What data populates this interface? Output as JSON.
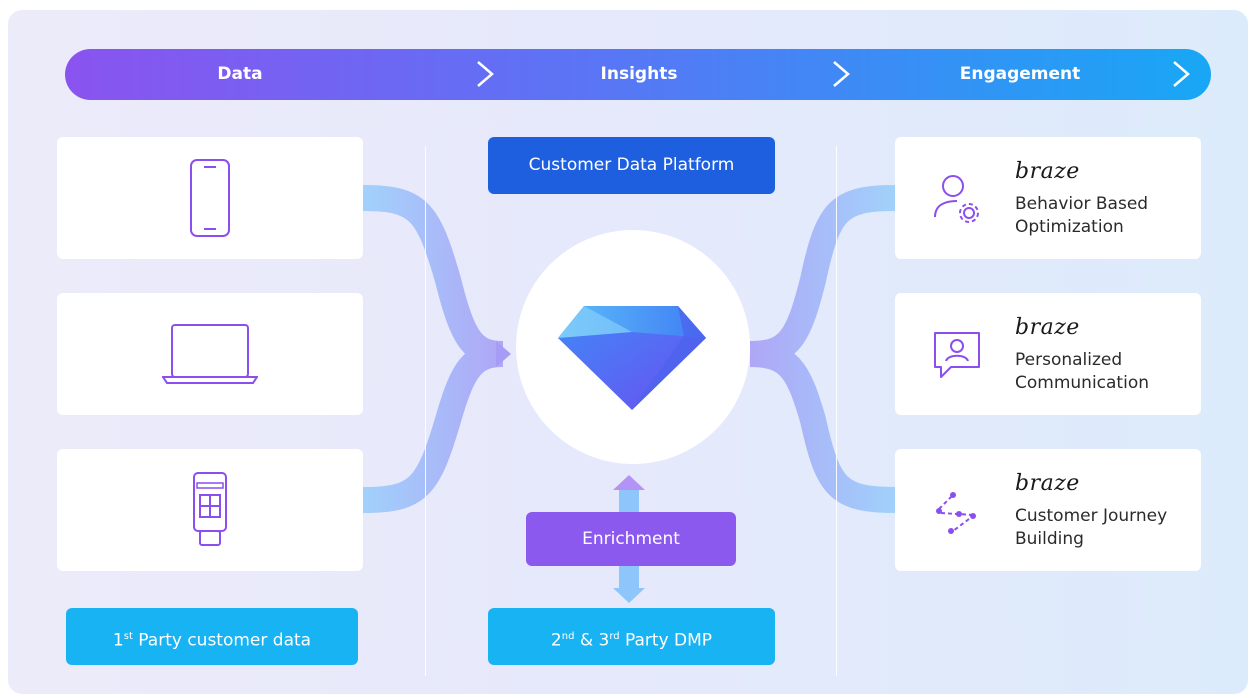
{
  "stages": [
    {
      "label": "Data"
    },
    {
      "label": "Insights"
    },
    {
      "label": "Engagement"
    }
  ],
  "sources": [
    {
      "icon": "smartphone-icon"
    },
    {
      "icon": "laptop-icon"
    },
    {
      "icon": "pos-terminal-icon"
    }
  ],
  "first_party": {
    "sup": "st",
    "pre": "1",
    "post": " Party customer data"
  },
  "cdp": {
    "label": "Customer Data Platform",
    "icon": "gem-icon"
  },
  "enrichment": {
    "label": "Enrichment"
  },
  "dmp": {
    "p1": "2",
    "s1": "nd",
    "mid": " & 3",
    "s2": "rd",
    "post": " Party DMP"
  },
  "outputs": [
    {
      "brand": "braze",
      "line1": "Behavior Based",
      "line2": "Optimization",
      "icon": "user-settings-icon"
    },
    {
      "brand": "braze",
      "line1": "Personalized",
      "line2": "Communication",
      "icon": "chat-profile-icon"
    },
    {
      "brand": "braze",
      "line1": "Customer Journey",
      "line2": "Building",
      "icon": "journey-path-icon"
    }
  ],
  "colors": {
    "purple": "#8a53f0",
    "cyan": "#18b3f2",
    "blue": "#1e5fe0",
    "flow": "#8ec6fb"
  }
}
